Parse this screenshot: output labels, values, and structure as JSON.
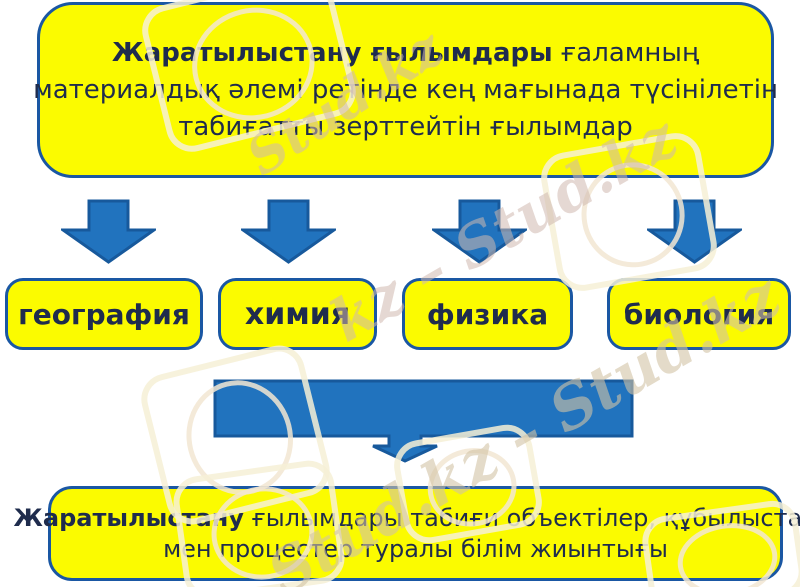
{
  "slide": {
    "title_box": {
      "bold": "Жаратылыстану ғылымдары",
      "line1_rest": "  ғаламның",
      "line2": "материалдық әлемі ретінде кең мағынада түсінілетін",
      "line3": "табиғатты зерттейтін ғылымдар"
    },
    "categories": [
      {
        "label": "география"
      },
      {
        "label": "химия"
      },
      {
        "label": "физика"
      },
      {
        "label": "биология"
      }
    ],
    "summary_box": {
      "bold": "Жаратылыстану",
      "line1_rest": " ғылымдары табиғи объектілер, құбылыстар",
      "line2": "мен процестер туралы білім жиынтығы"
    }
  },
  "watermark": {
    "fragments": [
      "Stud.kz",
      "kz – Stud.kz",
      "Stud.kz – Stud.kz"
    ]
  },
  "colors": {
    "box-yellow": "#FBFB00",
    "border-blue": "#1A57A3",
    "arrow-blue": "#2173BE",
    "arrow-border": "#17599C",
    "text-navy": "#1F2C4D",
    "watermark-pink": "#D8BCB4"
  }
}
